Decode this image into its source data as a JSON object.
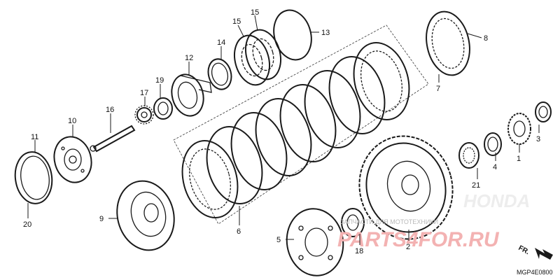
{
  "diagram": {
    "code": "MGP4E0800",
    "direction_label": "FR.",
    "watermark": {
      "text": "ЗАПЧАСТИ ДЛЯ МОТОТЕХНИКИ",
      "logo": "PARTS4FOR.RU",
      "brand": "HONDA"
    },
    "callouts": {
      "c1": "1",
      "c2": "2",
      "c3": "3",
      "c4": "4",
      "c5": "5",
      "c6": "6",
      "c7": "7",
      "c8": "8",
      "c9": "9",
      "c10": "10",
      "c11": "11",
      "c12": "12",
      "c13": "13",
      "c14": "14",
      "c15a": "15",
      "c15b": "15",
      "c16": "16",
      "c17": "17",
      "c18": "18",
      "c19": "19",
      "c20": "20",
      "c21": "21"
    }
  }
}
